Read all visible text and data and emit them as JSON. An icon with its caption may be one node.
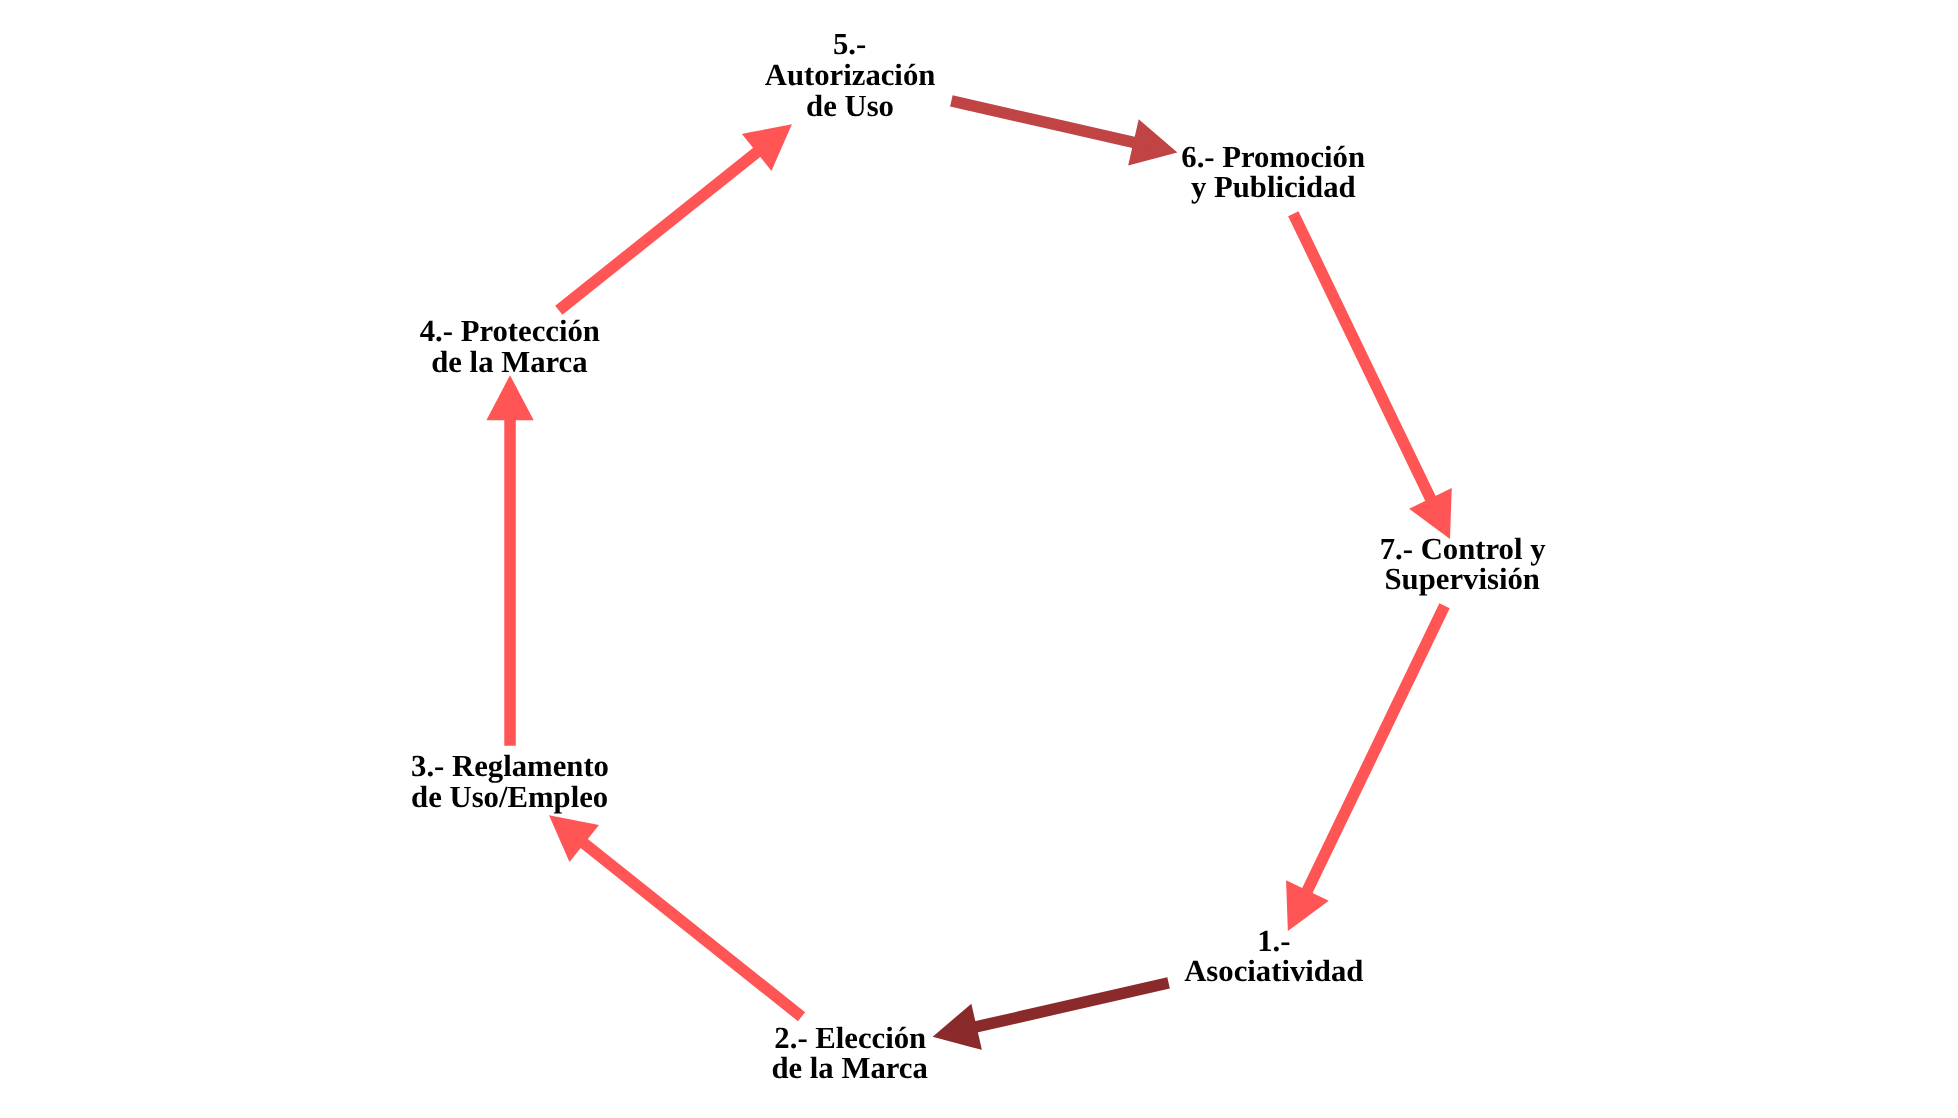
{
  "diagram": {
    "nodes": [
      {
        "text": [
          "1.- Asociatividad"
        ]
      },
      {
        "text": [
          "2.- Elección de la Marca"
        ]
      },
      {
        "text": [
          "3.- Reglamento de Uso/Empleo"
        ]
      },
      {
        "text": [
          "4.- Protección de la Marca"
        ]
      },
      {
        "text": [
          "5.- Autorización de Uso"
        ]
      },
      {
        "text": [
          "6.- Promoción y Publicidad"
        ]
      },
      {
        "text": [
          "7.- Control y Supervisión"
        ]
      }
    ],
    "edges": [
      {
        "from": 0,
        "to": 1,
        "arrow": "to",
        "color": "#8b2a2a"
      },
      {
        "from": 1,
        "to": 2,
        "arrow": "to"
      },
      {
        "from": 2,
        "to": 3,
        "arrow": "to"
      },
      {
        "from": 3,
        "to": 4,
        "arrow": "to"
      },
      {
        "from": 4,
        "to": 5,
        "arrow": "to",
        "color": "#c04444"
      },
      {
        "from": 5,
        "to": 6,
        "arrow": "to"
      },
      {
        "from": 6,
        "to": 0,
        "arrow": "to"
      }
    ]
  }
}
